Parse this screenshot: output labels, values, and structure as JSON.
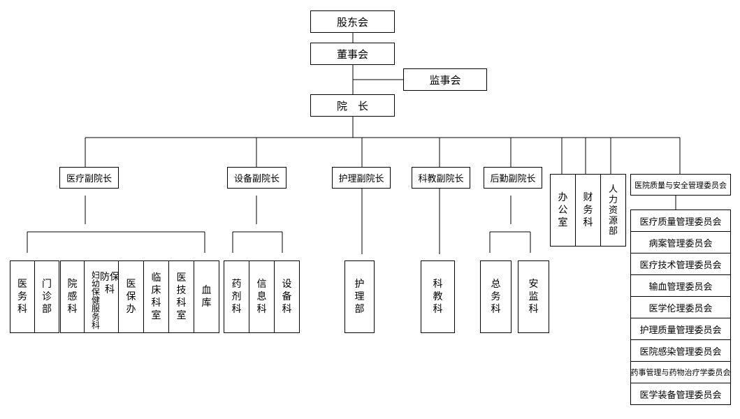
{
  "top": {
    "shareholders": "股东会",
    "board": "董事会",
    "supervisors": "监事会",
    "president": "院　长"
  },
  "vps": {
    "medical": "医疗副院长",
    "equipment": "设备副院长",
    "nursing": "护理副院长",
    "education": "科教副院长",
    "logistics": "后勤副院长"
  },
  "offices": {
    "admin": "办\n公\n室",
    "finance": "财\n务\n科",
    "hr": "人\n力\n资\n源\n部"
  },
  "committee_root": "医院质量与安全管理委员会",
  "committees": [
    "医疗质量管理委员会",
    "病案管理委员会",
    "医疗技术管理委员会",
    "输血管理委员会",
    "医学伦理委员会",
    "护理质量管理委员会",
    "医院感染管理委员会",
    "药事管理与药物治疗学委员会",
    "医学装备管理委员会"
  ],
  "depts": {
    "medical_affairs": "医\n务\n科",
    "outpatient": "门\n诊\n部",
    "infection": "院\n感\n科",
    "mch": "妇幼保健服务科",
    "prevention": "防保\n科",
    "insurance": "医\n保\n办",
    "clinical": "临\n床\n科\n室",
    "medtech": "医\n技\n科\n室",
    "blood": "血\n库",
    "pharmacy": "药\n剂\n科",
    "it": "信\n息\n科",
    "equipment": "设\n备\n科",
    "nursing": "护\n理\n部",
    "education": "科\n教\n科",
    "general": "总\n务\n科",
    "security": "安\n监\n科"
  }
}
